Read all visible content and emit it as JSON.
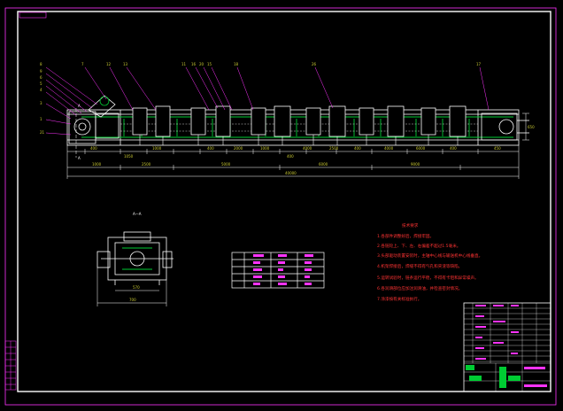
{
  "title_tab": "",
  "section_label": "A—A",
  "section_marks": [
    "A",
    "A"
  ],
  "balloons": [
    "8",
    "9",
    "6",
    "5",
    "4",
    "3",
    "1",
    "7",
    "12",
    "13",
    "11",
    "16",
    "20",
    "15",
    "18",
    "21",
    "26",
    "17"
  ],
  "top_dims": [
    "400",
    "1050",
    "1000",
    "400",
    "2000",
    "1000",
    "400",
    "4000",
    "2500",
    "400",
    "4000",
    "6000",
    "400",
    "450"
  ],
  "bottom_dims": [
    "1000",
    "2500",
    "5000",
    "6000",
    "9000"
  ],
  "overall_dim": "40000",
  "height_dim": "650",
  "section_dims": [
    "570",
    "700"
  ],
  "tech_req_title": "技术要求",
  "tech_req": [
    "1.各部件调整好后，焊接牢固。",
    "2.各链轮上、下、左、右偏差不超过1.5毫米。",
    "3.头部驱动装置安装时，主轴中心线与输送机中心线垂直。",
    "4.机架焊接后，焊缝不得有气孔和夹渣等缺陷。",
    "5.运转试验时，链条运行平稳，不得有卡阻和异常噪声。",
    "6.各润滑部位应加注润滑油，并检查密封情况。",
    "7.涂漆按有关标准执行。"
  ],
  "colors": {
    "bg": "#000000",
    "frame": "#ffffff",
    "machine": "#ffffff",
    "chain": "#00cc33",
    "leaders": "#ff33ff",
    "text": "#cccc33"
  }
}
